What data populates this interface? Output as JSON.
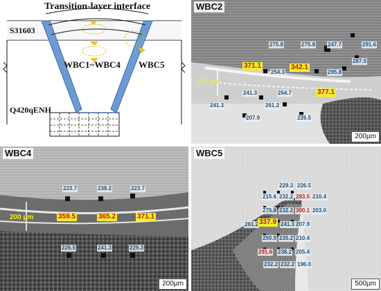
{
  "schematic": {
    "title": "Transition-layer interface",
    "top_plate": "S31603",
    "base_plate": "Q420qENH",
    "label_wbc1_4": "WBC1~WBC4",
    "label_wbc5": "WBC5"
  },
  "wbc2": {
    "title": "WBC2",
    "scale": "200µm",
    "dim": "200 µm",
    "values": [
      "275.8",
      "275.8",
      "247.7",
      "291.6",
      "287.5",
      "371.1",
      "254.3",
      "342.1",
      "295.8",
      "241.3",
      "264.7",
      "377.1",
      "241.3",
      "261.2",
      "207.9",
      "226.5"
    ]
  },
  "wbc4": {
    "title": "WBC4",
    "scale": "200µm",
    "dim": "200 µm",
    "values": [
      "223.7",
      "238.2",
      "223.7",
      "359.5",
      "365.2",
      "371.1",
      "226.5",
      "241.3",
      "229.3"
    ]
  },
  "wbc5": {
    "title": "WBC5",
    "scale": "500µm",
    "values": [
      "229.3",
      "226.5",
      "215.6",
      "232.2",
      "283.5",
      "210.4",
      "275.8",
      "232.2",
      "300.1",
      "203.0",
      "261.2",
      "337.9",
      "241.3",
      "207.9",
      "250.9",
      "235.2",
      "210.4",
      "291.6",
      "238.2",
      "205.4",
      "232.2",
      "232.2",
      "196.0"
    ]
  }
}
